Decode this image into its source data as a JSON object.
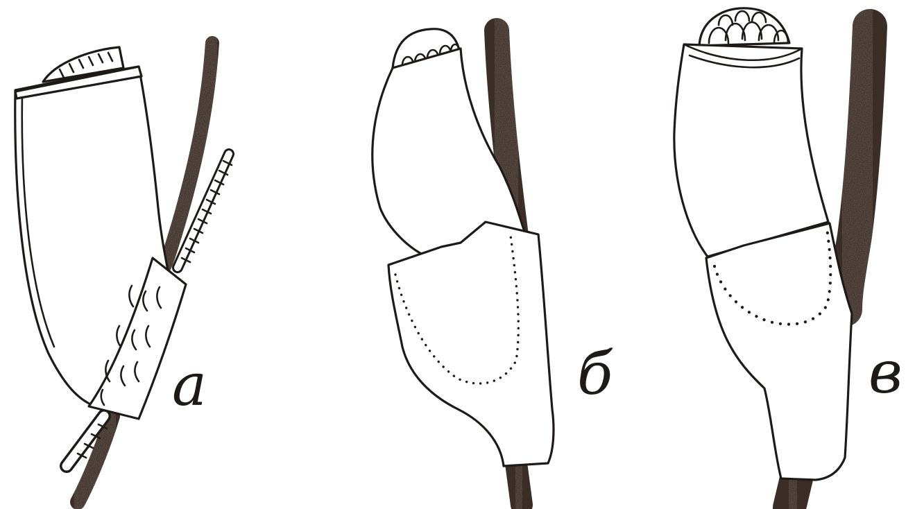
{
  "figure": {
    "panels": [
      {
        "id": "a",
        "label": "а"
      },
      {
        "id": "b",
        "label": "б"
      },
      {
        "id": "c",
        "label": "в"
      }
    ],
    "colors": {
      "ink": "#1e1a17",
      "stem": "#3a2e27",
      "paper": "#ffffff"
    }
  }
}
